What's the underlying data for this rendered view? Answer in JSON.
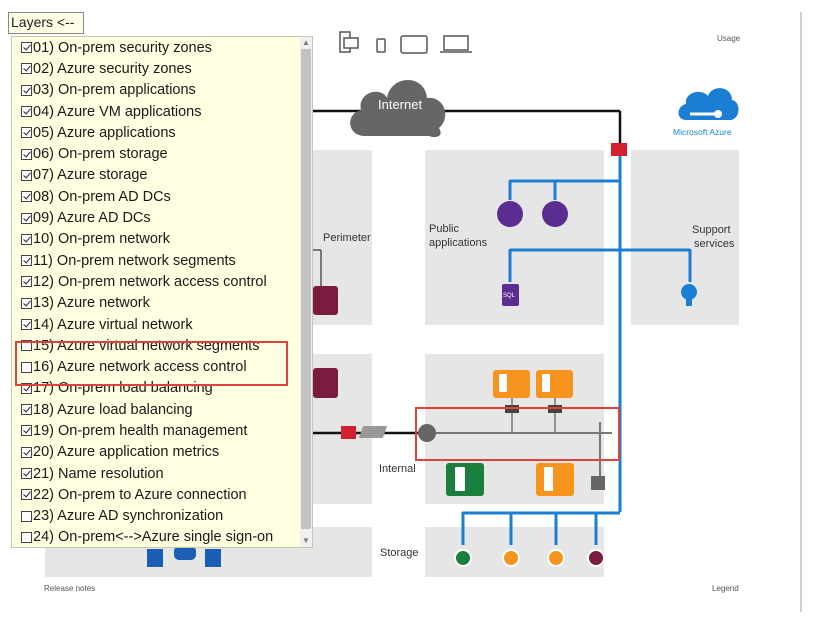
{
  "layers_button": {
    "label": "Layers  <--"
  },
  "layers": [
    {
      "label": "01) On-prem security zones",
      "checked": true
    },
    {
      "label": "02) Azure security zones",
      "checked": true
    },
    {
      "label": "03) On-prem applications",
      "checked": true
    },
    {
      "label": "04) Azure VM applications",
      "checked": true
    },
    {
      "label": "05) Azure applications",
      "checked": true
    },
    {
      "label": "06) On-prem storage",
      "checked": true
    },
    {
      "label": "07) Azure storage",
      "checked": true
    },
    {
      "label": "08) On-prem AD DCs",
      "checked": true
    },
    {
      "label": "09) Azure AD DCs",
      "checked": true
    },
    {
      "label": "10) On-prem network",
      "checked": true
    },
    {
      "label": "11) On-prem network segments",
      "checked": true
    },
    {
      "label": "12) On-prem network access control",
      "checked": true
    },
    {
      "label": "13) Azure network",
      "checked": true
    },
    {
      "label": "14) Azure virtual network",
      "checked": true
    },
    {
      "label": "15) Azure virtual network segments",
      "checked": false
    },
    {
      "label": "16) Azure network access control",
      "checked": false
    },
    {
      "label": "17) On-prem load balancing",
      "checked": true
    },
    {
      "label": "18) Azure load balancing",
      "checked": true
    },
    {
      "label": "19) On-prem health management",
      "checked": true
    },
    {
      "label": "20) Azure application metrics",
      "checked": true
    },
    {
      "label": "21) Name resolution",
      "checked": true
    },
    {
      "label": "22) On-prem to Azure connection",
      "checked": true
    },
    {
      "label": "23) Azure AD synchronization",
      "checked": false
    },
    {
      "label": "24) On-prem<-->Azure single sign-on",
      "checked": false
    }
  ],
  "diagram": {
    "usage": "Usage",
    "internet": "Internet",
    "brand": "Microsoft Azure",
    "perimeter": "Perimeter",
    "public_applications_line1": "Public",
    "public_applications_line2": "applications",
    "support_services_line1": "Support",
    "support_services_line2": "services",
    "internal": "Internal",
    "storage": "Storage",
    "release_notes": "Release notes",
    "legend": "Legend",
    "sql": "SQL"
  },
  "colors": {
    "azure_blue": "#1a7fd4",
    "highlight_red": "#e0413c",
    "firewall_red": "#d32030",
    "panel_yellow": "#ffffe0",
    "orange": "#f7941d",
    "green": "#1a7f3c",
    "maroon": "#7a1c3f",
    "purple": "#5c2d91"
  },
  "icons": [
    "desktop-icon",
    "phone-icon",
    "tablet-icon",
    "laptop-icon",
    "cloud-icon",
    "azure-logo-icon",
    "firewall-icon",
    "router-icon",
    "load-balancer-icon",
    "web-app-icon",
    "sql-database-icon",
    "lightbulb-icon",
    "server-icon",
    "storage-icon"
  ]
}
